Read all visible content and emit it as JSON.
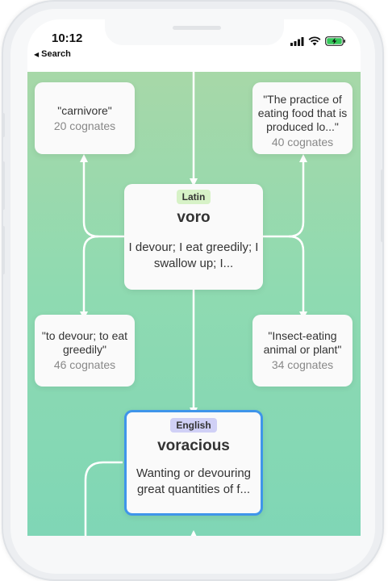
{
  "status_bar": {
    "time": "10:12",
    "back_label": "Search",
    "back_icon": "chevron-left-icon",
    "icons": [
      "signal-icon",
      "wifi-icon",
      "battery-charging-icon"
    ]
  },
  "colors": {
    "latin_badge": "#d7f2c7",
    "english_badge": "#d0d0f6",
    "selected_border": "#3f95ea",
    "line": "#ffffff"
  },
  "cognates": [
    {
      "gloss": "\"carnivore\"",
      "count": "20 cognates"
    },
    {
      "gloss": "\"The practice of eating food that is produced lo...\"",
      "count": "40 cognates"
    },
    {
      "gloss": "\"to devour; to eat greedily\"",
      "count": "46 cognates"
    },
    {
      "gloss": "\"Insect-eating animal or plant\"",
      "count": "34 cognates"
    }
  ],
  "root": {
    "language": "Latin",
    "word": "voro",
    "definition": "I devour; I eat greedily; I swallow up; I..."
  },
  "descendant": {
    "language": "English",
    "word": "voracious",
    "definition": "Wanting or devouring great quantities of f..."
  }
}
